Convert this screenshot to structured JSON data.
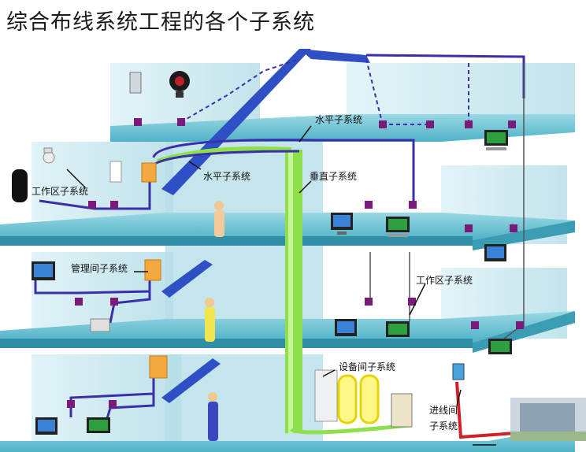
{
  "title": "综合布线系统工程的各个子系统",
  "labels": {
    "horizontal_top": "水平子系统",
    "horizontal_mid": "水平子系统",
    "vertical": "垂直子系统",
    "work_area_left": "工作区子系统",
    "management": "管理间子系统",
    "work_area_right": "工作区子系统",
    "equipment": "设备间子系统",
    "entrance_line1": "进线间",
    "entrance_line2": "子系统"
  },
  "colors": {
    "floor": "#5fbfd0",
    "floor_edge": "#2f8fa5",
    "wall": "#c9e8ef",
    "backbone": "#2f4fc4",
    "riser": "#8ee04a",
    "cable": "#3a2fa8",
    "node": "#7a1a7a",
    "entrance_cable": "#d0202a"
  }
}
